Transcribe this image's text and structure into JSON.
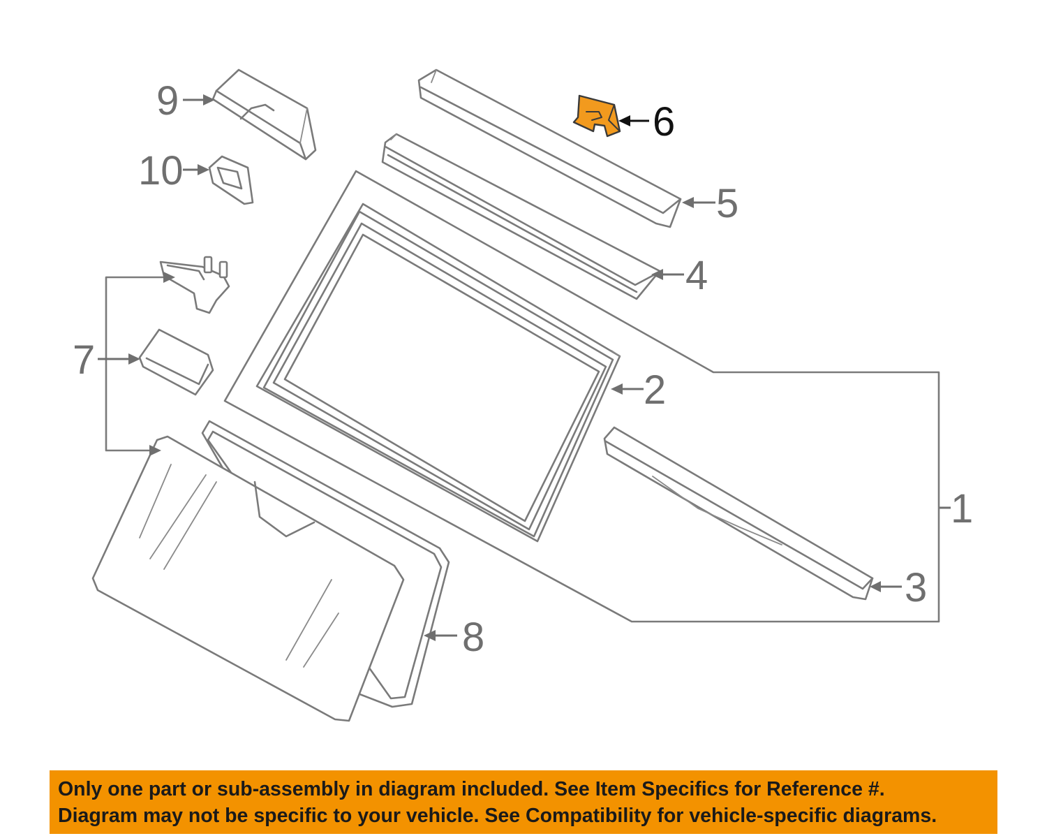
{
  "callouts": [
    {
      "id": "1",
      "label": "1"
    },
    {
      "id": "2",
      "label": "2"
    },
    {
      "id": "3",
      "label": "3"
    },
    {
      "id": "4",
      "label": "4"
    },
    {
      "id": "5",
      "label": "5"
    },
    {
      "id": "6",
      "label": "6",
      "highlighted": true
    },
    {
      "id": "7",
      "label": "7"
    },
    {
      "id": "8",
      "label": "8"
    },
    {
      "id": "9",
      "label": "9"
    },
    {
      "id": "10",
      "label": "10"
    }
  ],
  "highlight_color": "#f29a1e",
  "banner": {
    "color": "#f39200",
    "line1": "Only one part or sub-assembly in diagram included. See Item Specifics for Reference #.",
    "line2": "Diagram may not be specific to your vehicle. See Compatibility for vehicle-specific diagrams."
  }
}
